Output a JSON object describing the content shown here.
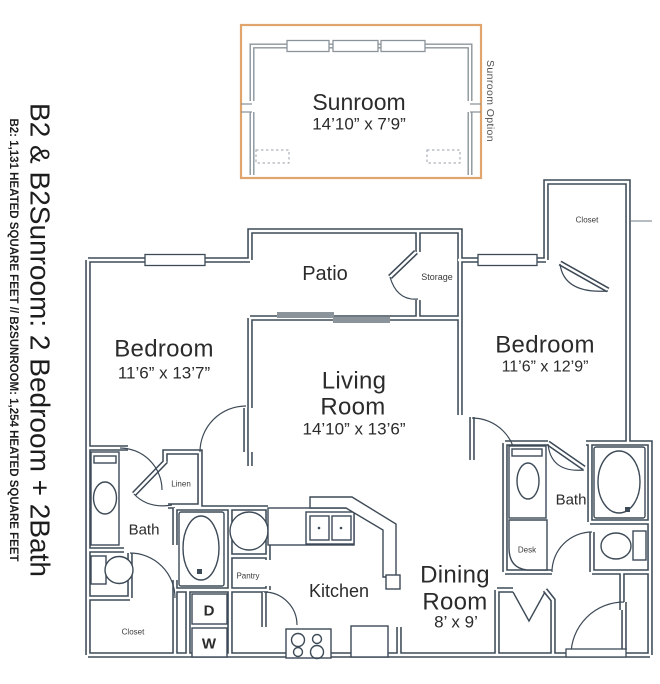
{
  "colors": {
    "wall": "#3d4a57",
    "sunroom": "#8b949b",
    "accent": "#dfa56d",
    "ink": "#2b2b2b",
    "muted": "#4f4f4f"
  },
  "sidebar": {
    "title": "B2 & B2Sunroom: 2 Bedroom + 2Bath",
    "subtitle": "B2: 1,131 HEATED SQUARE FEET // B2SUNROOM: 1,254 HEATED SQUARE FEET"
  },
  "sunroom_option": {
    "label": "Sunroom Option"
  },
  "rooms": {
    "sunroom": {
      "name": "Sunroom",
      "dims": "14’10” x 7’9”"
    },
    "patio": {
      "name": "Patio"
    },
    "storage": {
      "name": "Storage"
    },
    "bedroom_left": {
      "name": "Bedroom",
      "dims": "11’6” x 13’7”"
    },
    "living_room": {
      "name1": "Living",
      "name2": "Room",
      "dims": "14’10” x 13’6”"
    },
    "bedroom_right": {
      "name": "Bedroom",
      "dims": "11’6” x 12’9”"
    },
    "dining_room": {
      "name1": "Dining",
      "name2": "Room",
      "dims": "8’ x 9’"
    },
    "kitchen": {
      "name": "Kitchen"
    },
    "bath_left": {
      "name": "Bath"
    },
    "bath_right": {
      "name": "Bath"
    },
    "linen": {
      "name": "Linen"
    },
    "pantry": {
      "name": "Pantry"
    },
    "closet_bottom_left": {
      "name": "Closet"
    },
    "closet_top_right": {
      "name": "Closet"
    },
    "desk": {
      "name": "Desk"
    },
    "dryer": {
      "label": "D"
    },
    "washer": {
      "label": "W"
    }
  }
}
